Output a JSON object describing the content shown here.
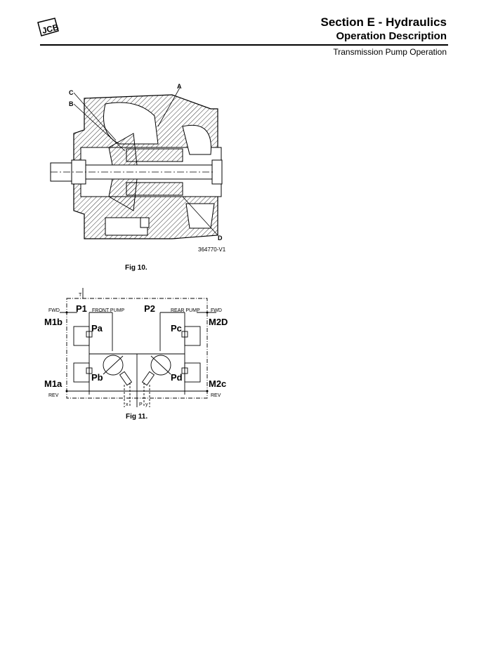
{
  "header": {
    "logo": "JCB",
    "section_title": "Section E - Hydraulics",
    "subtitle": "Operation Description",
    "topic": "Transmission Pump Operation"
  },
  "fig10": {
    "labels": {
      "a": "A",
      "b": "B",
      "c": "C",
      "d": "D"
    },
    "ref": "364770-V1",
    "caption": "Fig 10."
  },
  "fig11": {
    "t": "T",
    "fwd_left": "FWD",
    "fwd_right": "FWD",
    "p1": "P1",
    "front_pump": "FRONT PUMP",
    "p2": "P2",
    "rear_pump": "REAR PUMP",
    "m1b": "M1b",
    "m2d": "M2D",
    "m1a": "M1a",
    "m2c": "M2c",
    "rev_left": "REV",
    "rev_right": "REV",
    "pa": "Pa",
    "pb": "Pb",
    "pc": "Pc",
    "pd": "Pd",
    "x": "x",
    "p": "P",
    "y": "y",
    "caption": "Fig 11."
  }
}
